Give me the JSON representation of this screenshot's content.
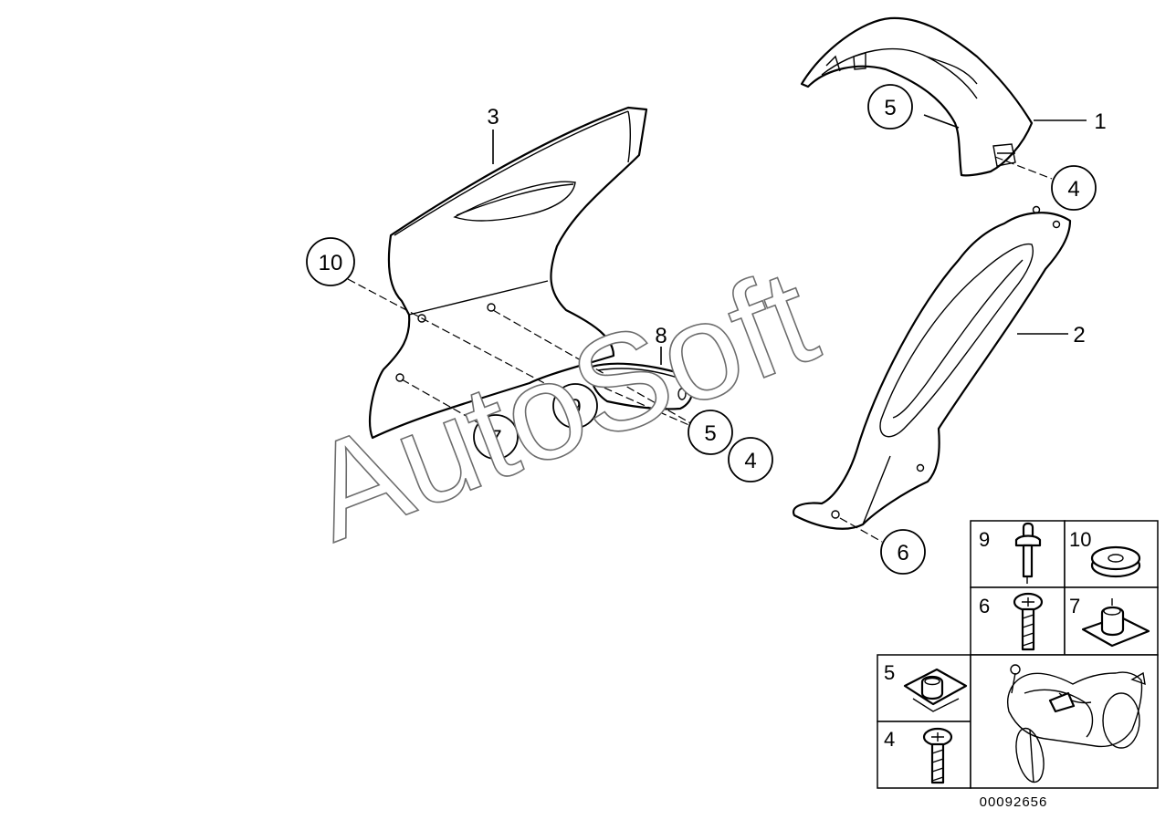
{
  "watermark": "AutoSoft",
  "diagram_number": "00092656",
  "callouts": {
    "part_1": "1",
    "part_2": "2",
    "part_3": "3",
    "part_4_top": "4",
    "part_4_bracket": "4",
    "part_5_top": "5",
    "part_5_bracket": "5",
    "part_6": "6",
    "part_7": "7",
    "part_8": "8",
    "part_9": "9",
    "part_10": "10"
  },
  "legend": {
    "item_9": "9",
    "item_10": "10",
    "item_6": "6",
    "item_7": "7",
    "item_5": "5",
    "item_4": "4"
  },
  "icons": [
    "rivet-icon",
    "washer-icon",
    "screw-icon",
    "clip-nut-icon",
    "motorcycle-icon"
  ]
}
